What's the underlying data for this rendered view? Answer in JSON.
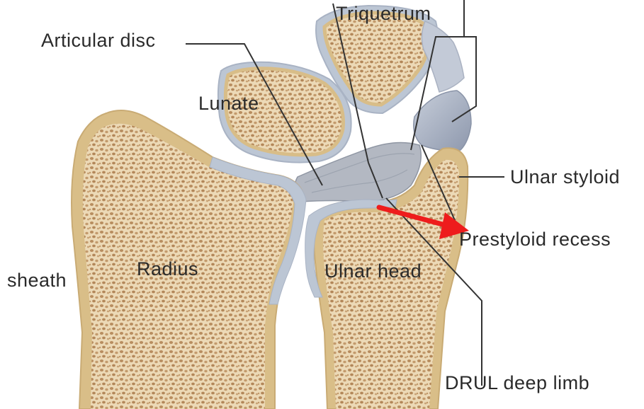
{
  "labels": {
    "triquetrum": "Triquetrum",
    "articular_disc": "Articular disc",
    "lunate": "Lunate",
    "ulnar_styloid": "Ulnar styloid",
    "prestyloid_recess": "Prestyloid recess",
    "sheath": "sheath",
    "radius": "Radius",
    "ulnar_head": "Ulnar head",
    "drul_deep_limb": "DRUL deep limb"
  },
  "colors": {
    "bone_fill": "#ead7b3",
    "cortex": "#dcc28e",
    "trabecula": "#b58a5c",
    "cartilage": "#bcc6d4",
    "ligament": "#9aa4b6",
    "leader_line": "#333333",
    "arrow": "#ee1c1c"
  }
}
